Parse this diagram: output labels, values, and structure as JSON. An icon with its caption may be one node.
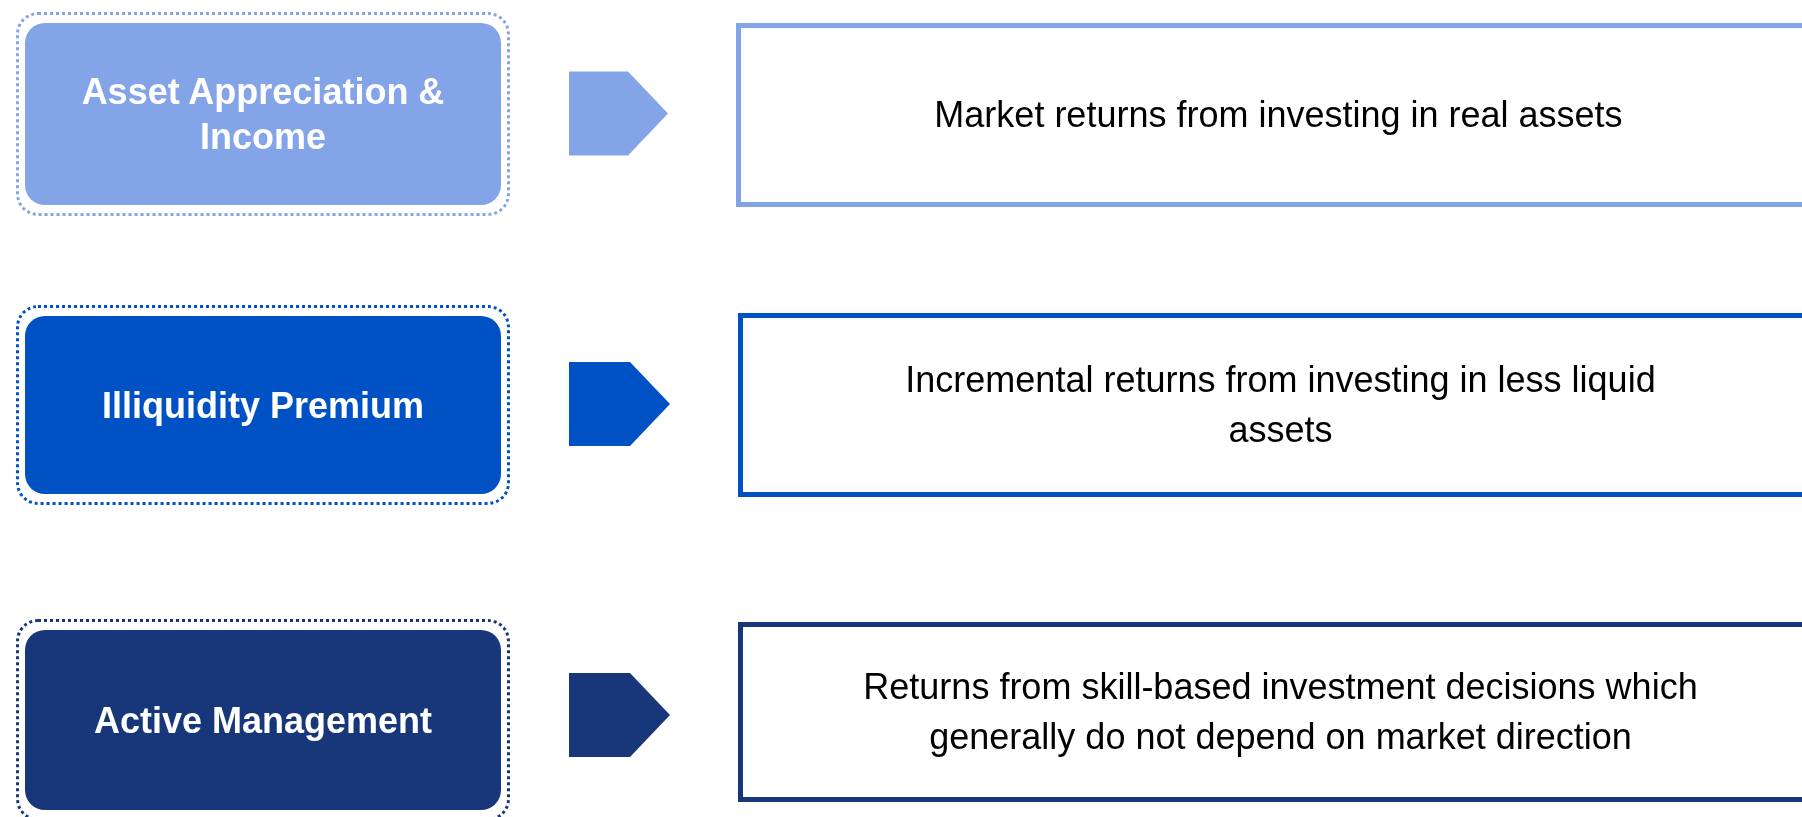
{
  "diagram": {
    "nodes": [
      {
        "text": [
          "Asset Appreciation & Income"
        ]
      },
      {
        "text": [
          "Market returns from investing in real assets"
        ]
      },
      {
        "text": [
          "Illiquidity Premium"
        ]
      },
      {
        "text": [
          "Incremental returns from investing in less liquid assets"
        ]
      },
      {
        "text": [
          "Active Management"
        ]
      },
      {
        "text": [
          "Returns from skill-based investment decisions which generally do not depend on market direction"
        ]
      }
    ],
    "edges": [
      {
        "from": 0,
        "to": 1,
        "arrow": "to",
        "style": "thick",
        "color": "#84a4e8"
      },
      {
        "from": 2,
        "to": 3,
        "arrow": "to",
        "style": "thick",
        "color": "#0051c4"
      },
      {
        "from": 4,
        "to": 5,
        "arrow": "to",
        "style": "thick",
        "color": "#17377a"
      }
    ]
  }
}
